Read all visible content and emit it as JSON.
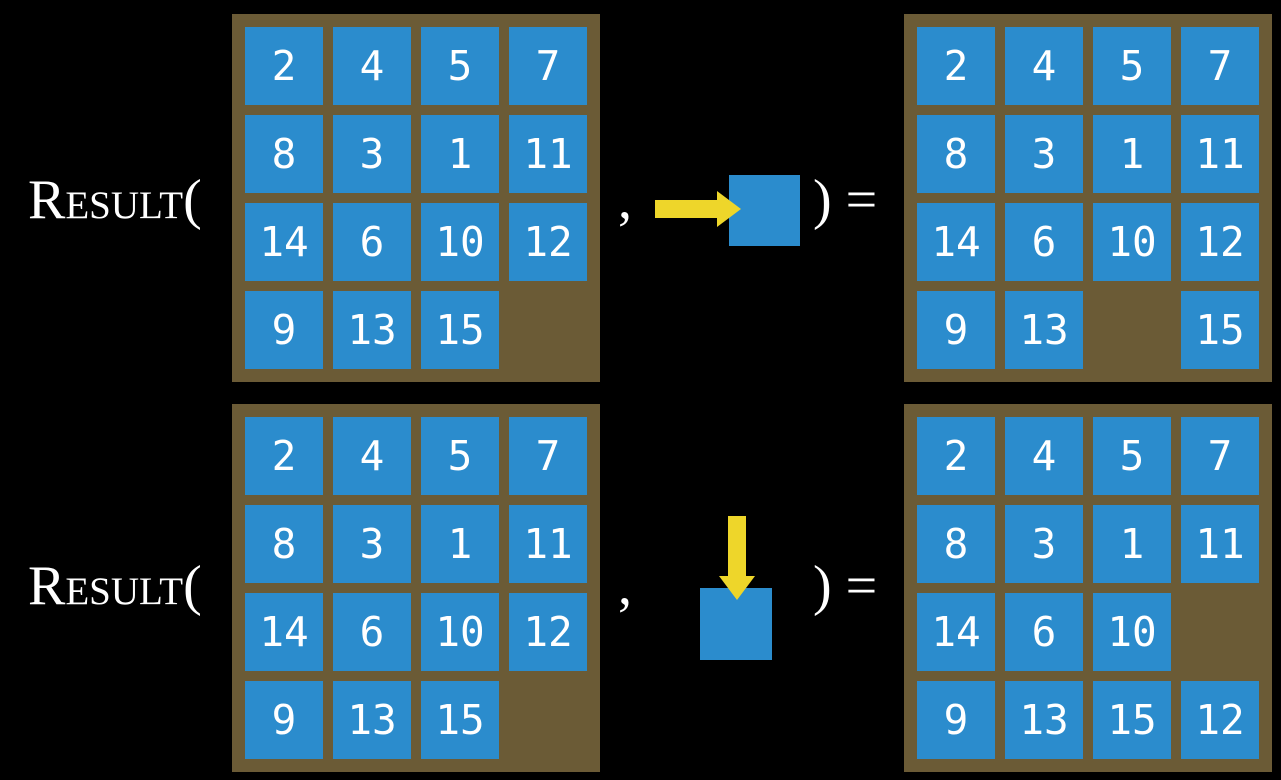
{
  "figure": {
    "labels": {
      "function": "Result(",
      "comma": ",",
      "close": ") ="
    },
    "colors": {
      "background": "#000000",
      "board": "#6b5b36",
      "tile": "#2b8ccd",
      "tile_number": "#ffffff",
      "arrow": "#eed62a",
      "text": "#ffffff"
    },
    "examples": [
      {
        "action": "slide-tile-right",
        "action_icon": "arrow-right-icon",
        "input_board": [
          [
            "2",
            "4",
            "5",
            "7"
          ],
          [
            "8",
            "3",
            "1",
            "11"
          ],
          [
            "14",
            "6",
            "10",
            "12"
          ],
          [
            "9",
            "13",
            "15",
            ""
          ]
        ],
        "output_board": [
          [
            "2",
            "4",
            "5",
            "7"
          ],
          [
            "8",
            "3",
            "1",
            "11"
          ],
          [
            "14",
            "6",
            "10",
            "12"
          ],
          [
            "9",
            "13",
            "",
            "15"
          ]
        ]
      },
      {
        "action": "slide-tile-down",
        "action_icon": "arrow-down-icon",
        "input_board": [
          [
            "2",
            "4",
            "5",
            "7"
          ],
          [
            "8",
            "3",
            "1",
            "11"
          ],
          [
            "14",
            "6",
            "10",
            "12"
          ],
          [
            "9",
            "13",
            "15",
            ""
          ]
        ],
        "output_board": [
          [
            "2",
            "4",
            "5",
            "7"
          ],
          [
            "8",
            "3",
            "1",
            "11"
          ],
          [
            "14",
            "6",
            "10",
            ""
          ],
          [
            "9",
            "13",
            "15",
            "12"
          ]
        ]
      }
    ]
  }
}
